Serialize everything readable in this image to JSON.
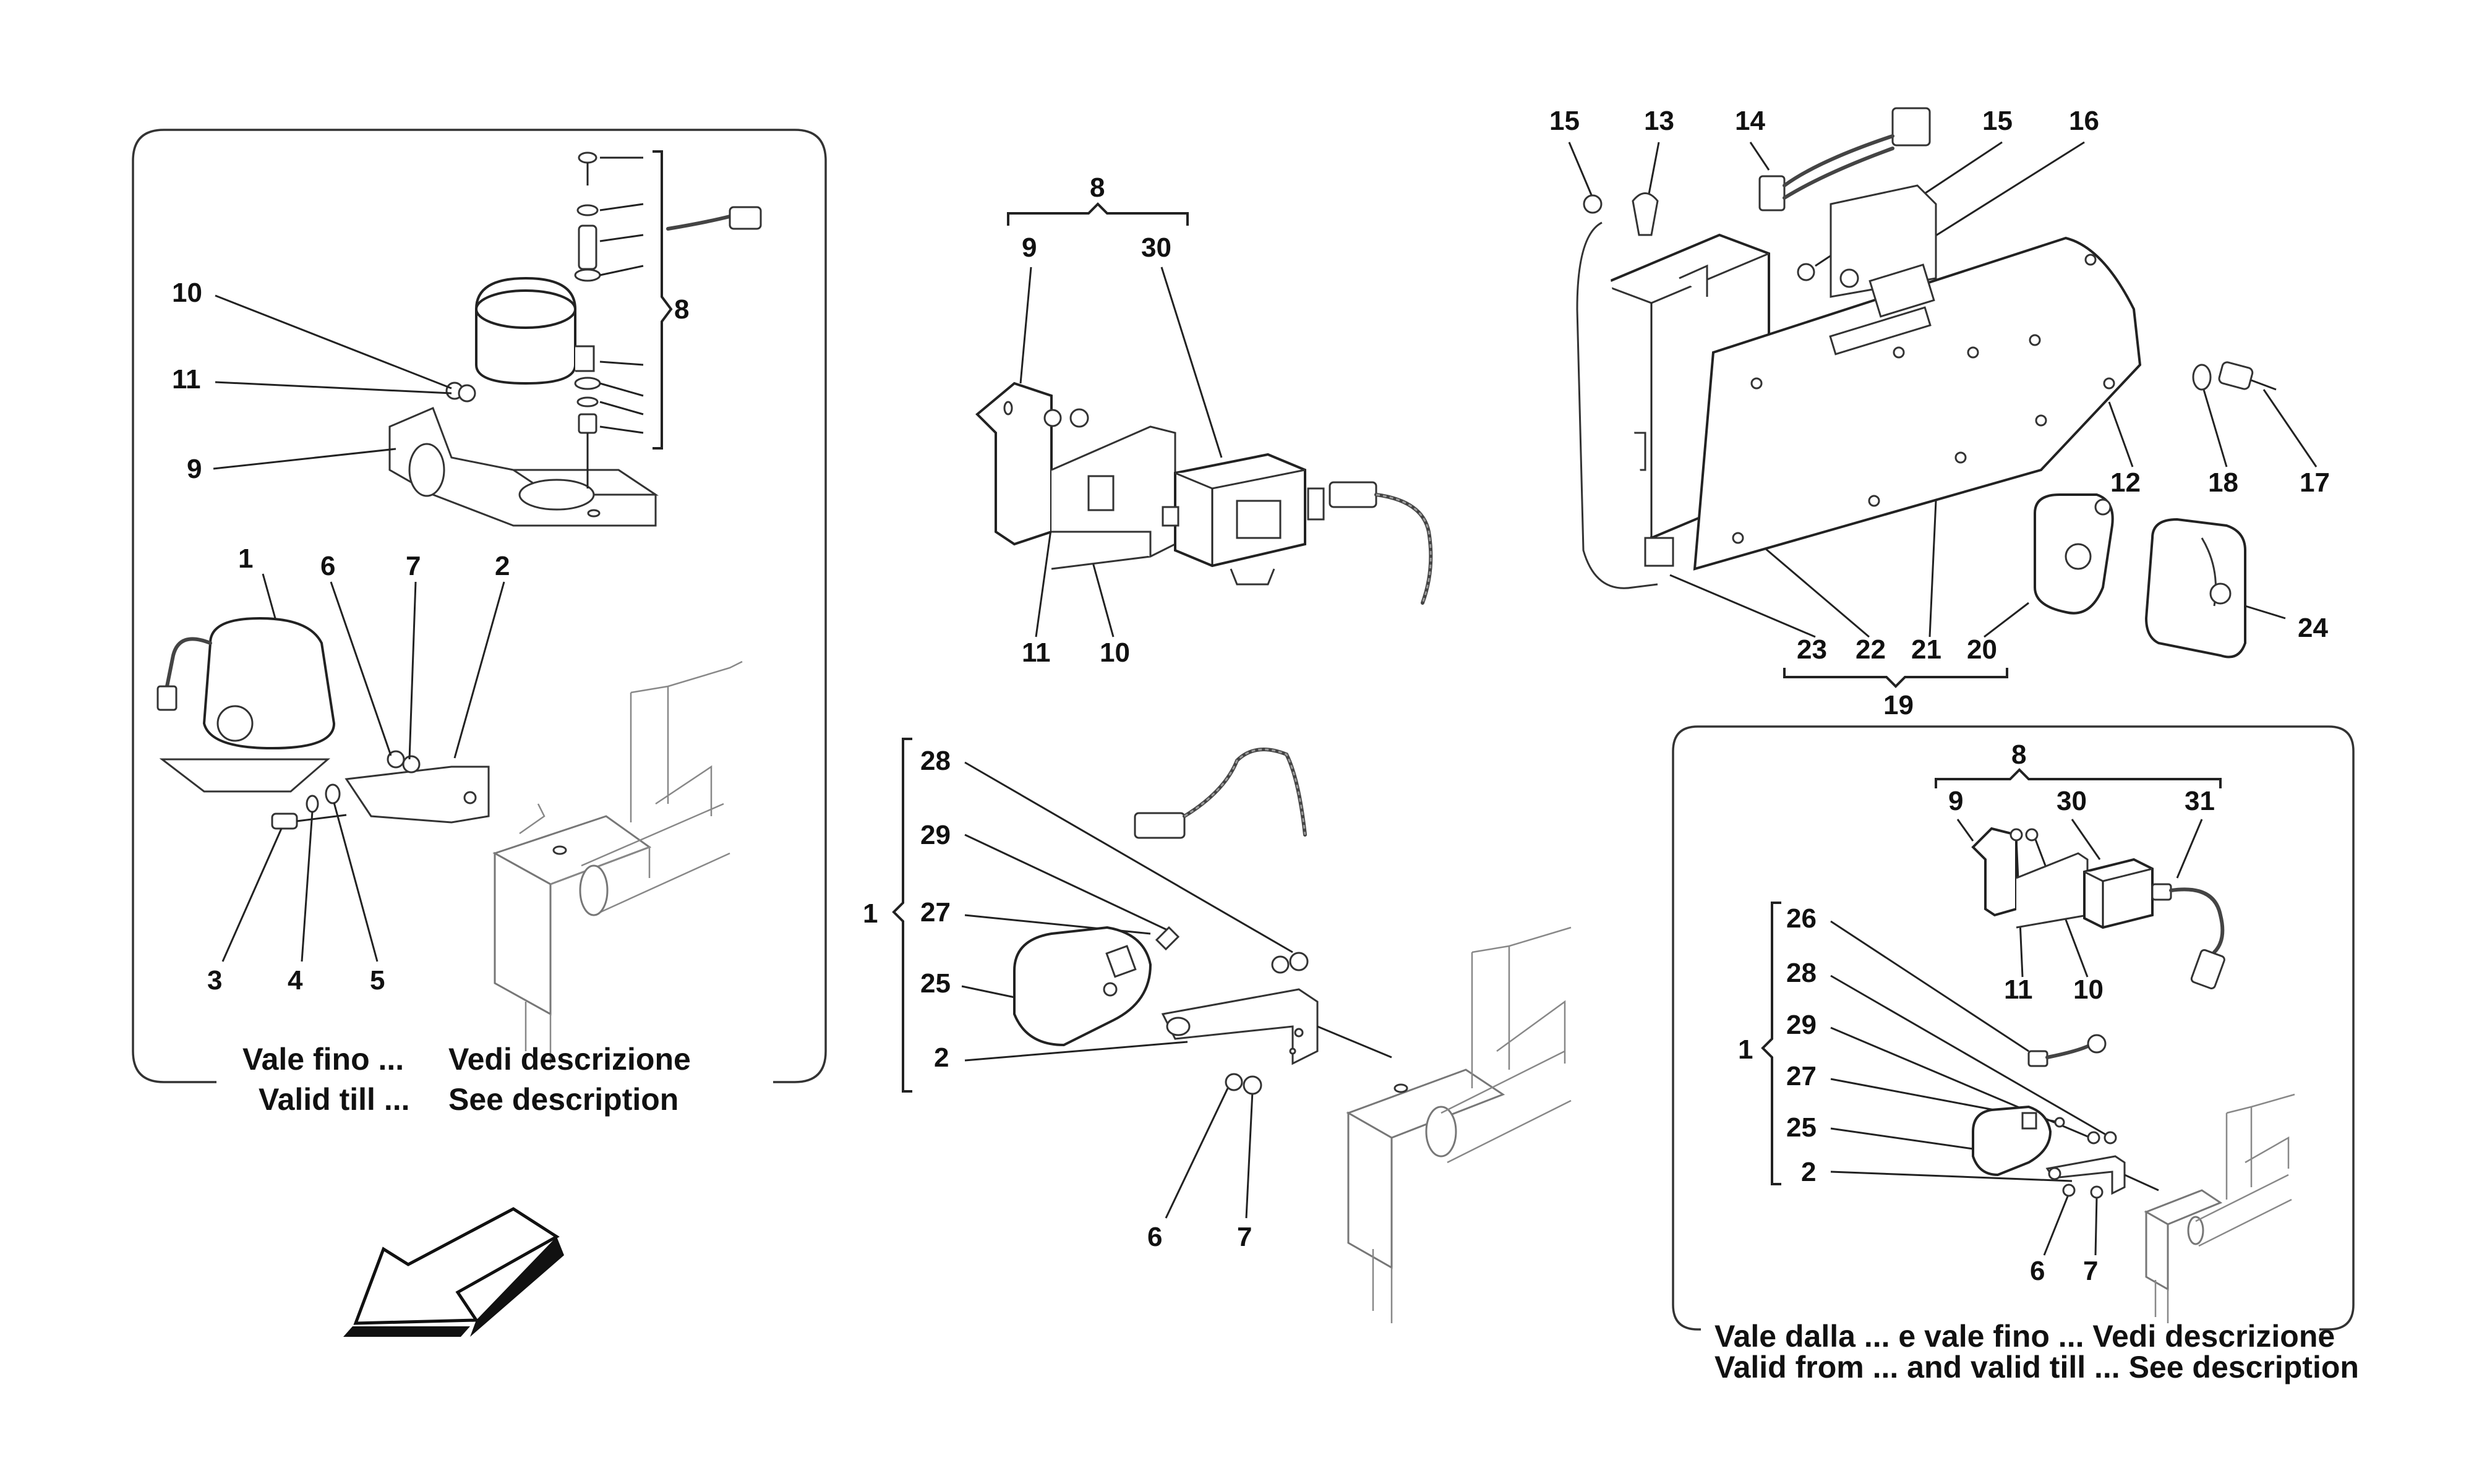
{
  "callouts": {
    "A": {
      "p3": "3",
      "p4": "4",
      "p5": "5",
      "p1": "1",
      "p6": "6",
      "p7": "7",
      "p2": "2",
      "p9": "9",
      "p10": "10",
      "p11": "11",
      "p8": "8"
    },
    "B": {
      "p8": "8",
      "p9": "9",
      "p30": "30",
      "p11": "11",
      "p10": "10"
    },
    "C": {
      "p15a": "15",
      "p13": "13",
      "p14": "14",
      "p15b": "15",
      "p16": "16",
      "p12": "12",
      "p18": "18",
      "p17": "17",
      "p23": "23",
      "p22": "22",
      "p21": "21",
      "p20": "20",
      "p24": "24",
      "p19": "19"
    },
    "D": {
      "p1": "1",
      "p28": "28",
      "p29": "29",
      "p27": "27",
      "p25": "25",
      "p2": "2",
      "p6": "6",
      "p7": "7"
    },
    "E": {
      "p8": "8",
      "p9": "9",
      "p30": "30",
      "p31": "31",
      "p11": "11",
      "p10": "10",
      "p1": "1",
      "p26": "26",
      "p28": "28",
      "p29": "29",
      "p27": "27",
      "p25": "25",
      "p2": "2",
      "p6": "6",
      "p7": "7"
    }
  },
  "captions": {
    "panel_left_line1_a": "Vale fino ...",
    "panel_left_line1_b": "Vedi descrizione",
    "panel_left_line2_a": "Valid till ...",
    "panel_left_line2_b": "See description",
    "panel_right_line1": "Vale dalla ... e vale fino ... Vedi descrizione",
    "panel_right_line2": "Valid from ... and valid till ... See description"
  },
  "icons": {
    "direction_arrow": "front-direction-arrow-icon"
  },
  "colors": {
    "ink": "#222222",
    "frame": "#777777",
    "background": "#ffffff"
  }
}
